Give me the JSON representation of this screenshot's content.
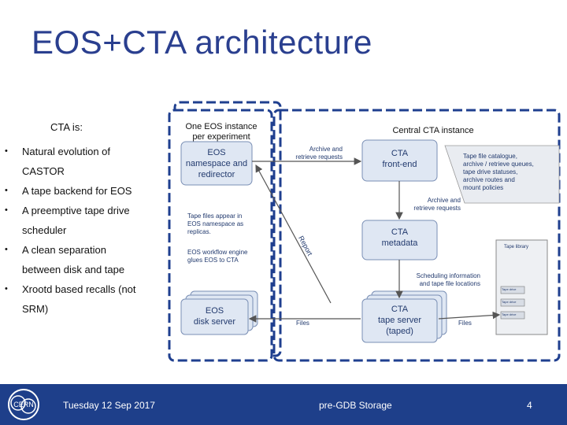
{
  "title": "EOS+CTA architecture",
  "left_panel": {
    "heading": "CTA is:",
    "bullets": [
      {
        "lines": [
          "Natural evolution of",
          "CASTOR"
        ]
      },
      {
        "lines": [
          "A tape backend for EOS"
        ]
      },
      {
        "lines": [
          "A preemptive tape drive",
          "scheduler"
        ]
      },
      {
        "lines": [
          "A clean separation",
          "between disk and tape"
        ]
      },
      {
        "lines": [
          "Xrootd based recalls (not",
          "SRM)"
        ]
      }
    ],
    "bullet_glyph": "•"
  },
  "eos_panel": {
    "title": "One EOS instance\nper experiment",
    "namespace_box": "EOS\nnamespace and\nredirector",
    "note_replicas": "Tape files appear in\nEOS namespace as\nreplicas.",
    "note_workflow": "EOS workflow engine\nglues EOS to CTA",
    "disk_server": "EOS\ndisk server"
  },
  "cta_panel": {
    "title": "Central CTA instance",
    "frontend": "CTA\nfront-end",
    "metadata": "CTA\nmetadata",
    "tape_server": "CTA\ntape server\n(taped)",
    "catalogue_note": "Tape file catalogue,\narchive / retrieve queues,\ntape drive statuses,\narchive routes and\nmount policies",
    "archive_retrieve_top": "Archive and\nretrieve requests",
    "archive_retrieve_mid": "Archive and\nretrieve requests",
    "scheduling_note": "Scheduling information\nand tape file locations",
    "tape_library": "Tape library",
    "tape_drive_labels": [
      "Tape drive",
      "Tape drive",
      "Tape drive"
    ]
  },
  "arrow_labels": {
    "report": "Report",
    "files_left": "Files",
    "files_right": "Files"
  },
  "footer": {
    "date": "Tuesday 12 Sep 2017",
    "center": "pre-GDB Storage",
    "page": "4",
    "logo_text": "CERN"
  },
  "colors": {
    "title": "#2a3f8f",
    "dashed_border": "#1f3f8f",
    "box_fill": "#dfe7f3",
    "box_stroke": "#7a8fb5",
    "footer": "#1e3f8a"
  }
}
